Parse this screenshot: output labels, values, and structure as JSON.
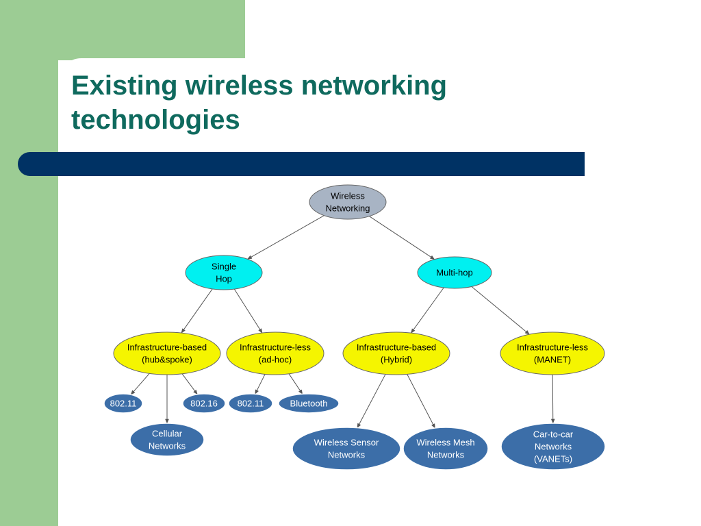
{
  "slide": {
    "title_line1": "Existing wireless networking",
    "title_line2": "technologies"
  },
  "colors": {
    "side_bar": "#9ccc94",
    "title": "#0f6a5e",
    "rule_bar": "#003264",
    "root_node": "#a8b4c4",
    "level1_node": "#00f0f0",
    "level2_node": "#f5f500",
    "leaf_node": "#3c6ea8",
    "edge": "#555555"
  },
  "diagram": {
    "nodes": [
      {
        "id": "wireless-networking",
        "lines": [
          "Wireless",
          "Networking"
        ],
        "style": "root"
      },
      {
        "id": "single-hop",
        "lines": [
          "Single",
          "Hop"
        ],
        "style": "level1"
      },
      {
        "id": "multi-hop",
        "lines": [
          "Multi-hop"
        ],
        "style": "level1"
      },
      {
        "id": "infra-based-hub",
        "lines": [
          "Infrastructure-based",
          "(hub&spoke)"
        ],
        "style": "level2"
      },
      {
        "id": "infra-less-adhoc",
        "lines": [
          "Infrastructure-less",
          "(ad-hoc)"
        ],
        "style": "level2"
      },
      {
        "id": "infra-based-hybrid",
        "lines": [
          "Infrastructure-based",
          "(Hybrid)"
        ],
        "style": "level2"
      },
      {
        "id": "infra-less-manet",
        "lines": [
          "Infrastructure-less",
          "(MANET)"
        ],
        "style": "level2"
      },
      {
        "id": "leaf-80211-a",
        "lines": [
          "802.11"
        ],
        "style": "leaf"
      },
      {
        "id": "leaf-80216",
        "lines": [
          "802.16"
        ],
        "style": "leaf"
      },
      {
        "id": "leaf-cellular",
        "lines": [
          "Cellular",
          "Networks"
        ],
        "style": "leaf"
      },
      {
        "id": "leaf-80211-b",
        "lines": [
          "802.11"
        ],
        "style": "leaf"
      },
      {
        "id": "leaf-bluetooth",
        "lines": [
          "Bluetooth"
        ],
        "style": "leaf"
      },
      {
        "id": "leaf-wsn",
        "lines": [
          "Wireless Sensor",
          "Networks"
        ],
        "style": "leaf"
      },
      {
        "id": "leaf-wmn",
        "lines": [
          "Wireless Mesh",
          "Networks"
        ],
        "style": "leaf"
      },
      {
        "id": "leaf-vanet",
        "lines": [
          "Car-to-car",
          "Networks",
          "(VANETs)"
        ],
        "style": "leaf"
      }
    ],
    "edges": [
      [
        "wireless-networking",
        "single-hop"
      ],
      [
        "wireless-networking",
        "multi-hop"
      ],
      [
        "single-hop",
        "infra-based-hub"
      ],
      [
        "single-hop",
        "infra-less-adhoc"
      ],
      [
        "multi-hop",
        "infra-based-hybrid"
      ],
      [
        "multi-hop",
        "infra-less-manet"
      ],
      [
        "infra-based-hub",
        "leaf-80211-a"
      ],
      [
        "infra-based-hub",
        "leaf-cellular"
      ],
      [
        "infra-based-hub",
        "leaf-80216"
      ],
      [
        "infra-less-adhoc",
        "leaf-80211-b"
      ],
      [
        "infra-less-adhoc",
        "leaf-bluetooth"
      ],
      [
        "infra-based-hybrid",
        "leaf-wsn"
      ],
      [
        "infra-based-hybrid",
        "leaf-wmn"
      ],
      [
        "infra-less-manet",
        "leaf-vanet"
      ]
    ]
  }
}
